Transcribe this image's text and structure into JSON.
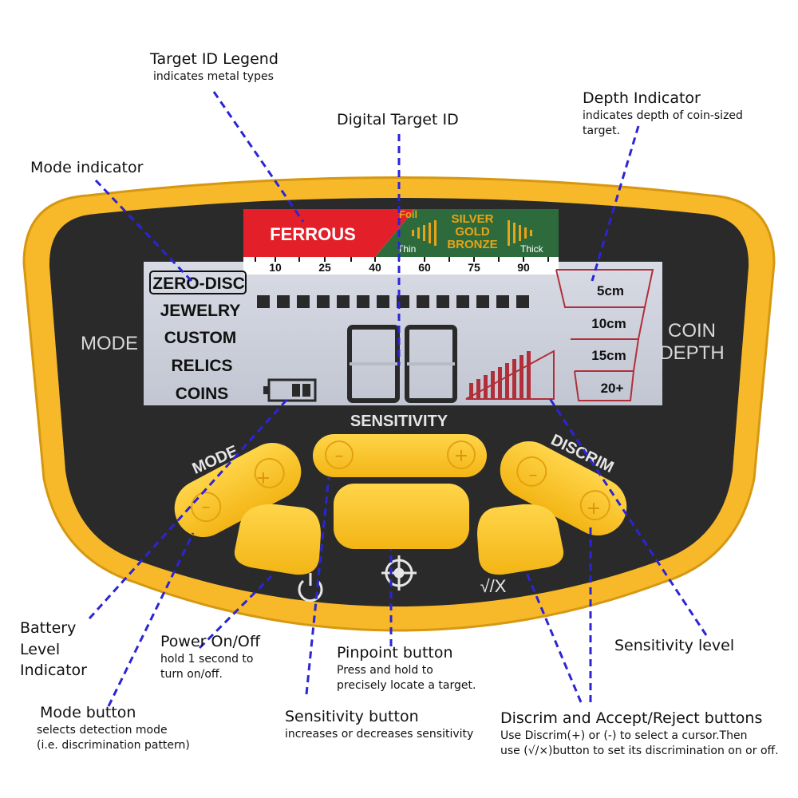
{
  "annotations": {
    "target_id_legend": {
      "title": "Target ID Legend",
      "desc": "indicates metal types"
    },
    "digital_target_id": {
      "title": "Digital Target ID"
    },
    "depth_indicator": {
      "title": "Depth Indicator",
      "desc1": "indicates depth of coin-sized",
      "desc2": "target."
    },
    "mode_indicator": {
      "title": "Mode indicator"
    },
    "battery_level": {
      "line1": "Battery",
      "line2": "Level",
      "line3": "Indicator"
    },
    "power": {
      "title": "Power On/Off",
      "desc1": "hold 1 second to",
      "desc2": "turn on/off."
    },
    "pinpoint": {
      "title": "Pinpoint button",
      "desc1": "Press and hold to",
      "desc2": "precisely locate a target."
    },
    "sensitivity_level": {
      "title": "Sensitivity level"
    },
    "mode_button": {
      "title": "Mode button",
      "desc1": "selects detection mode",
      "desc2": "(i.e. discrimination pattern)"
    },
    "sensitivity_button": {
      "title": "Sensitivity button",
      "desc": "increases or decreases sensitivity"
    },
    "discrim_buttons": {
      "title": "Discrim and Accept/Reject buttons",
      "desc1": "Use Discrim(+) or (-) to select a cursor.Then",
      "desc2": "use (√/×)button to set its discrimination on or off."
    }
  },
  "lcd": {
    "legend": {
      "ferrous": "FERROUS",
      "foil": "Foil",
      "silver": "SILVER",
      "gold": "GOLD",
      "bronze": "BRONZE",
      "thin": "Thin",
      "thick": "Thick",
      "scale": [
        "10",
        "25",
        "40",
        "60",
        "75",
        "90"
      ]
    },
    "modes": [
      "ZERO-DISC",
      "JEWELRY",
      "CUSTOM",
      "RELICS",
      "COINS"
    ],
    "mode_label": "MODE",
    "digits": "00",
    "depths": [
      "5cm",
      "10cm",
      "15cm",
      "20+"
    ],
    "coin_label": "COIN",
    "depth_label": "DEPTH"
  },
  "panel": {
    "sensitivity": "SENSITIVITY",
    "mode": "MODE",
    "discrim": "DISCRIM",
    "minus": "–",
    "plus": "+",
    "accept_reject": "√/X"
  },
  "colors": {
    "body_yellow": "#F7B92A",
    "panel_black": "#2a2a2a",
    "lcd_bg": "#C9CDD8",
    "ferrous_red": "#E3202A",
    "legend_green": "#2E6B3C",
    "legend_gold": "#E8A317",
    "depth_red": "#B0303A",
    "arrow_blue": "#2B25D6"
  }
}
